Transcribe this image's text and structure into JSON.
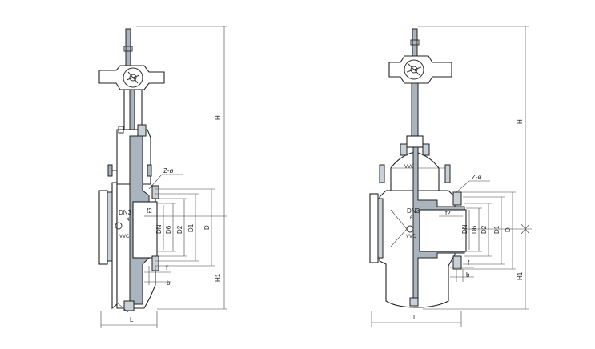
{
  "diagram": {
    "left_view": {
      "labels": {
        "H": "H",
        "H1": "H1",
        "L": "L",
        "D": "D",
        "D1": "D1",
        "D2": "D2",
        "D6": "D6",
        "DN": "DN",
        "f2": "f2",
        "f": "f",
        "b": "b",
        "zphi": "Z-ø",
        "dn3": "DN3",
        "dn3_sub": "4",
        "marker": "VVC"
      }
    },
    "right_view": {
      "labels": {
        "H": "H",
        "H1": "H1",
        "L": "L",
        "D": "D",
        "D1": "D1",
        "D2": "D2",
        "D6": "D6",
        "DN": "DN",
        "f2": "f2",
        "f": "f",
        "b": "b",
        "zphi": "Z-ø",
        "dn3": "DN3",
        "dn3_sub": "6",
        "marker": "VVC",
        "marker_top": "VVC"
      }
    }
  }
}
